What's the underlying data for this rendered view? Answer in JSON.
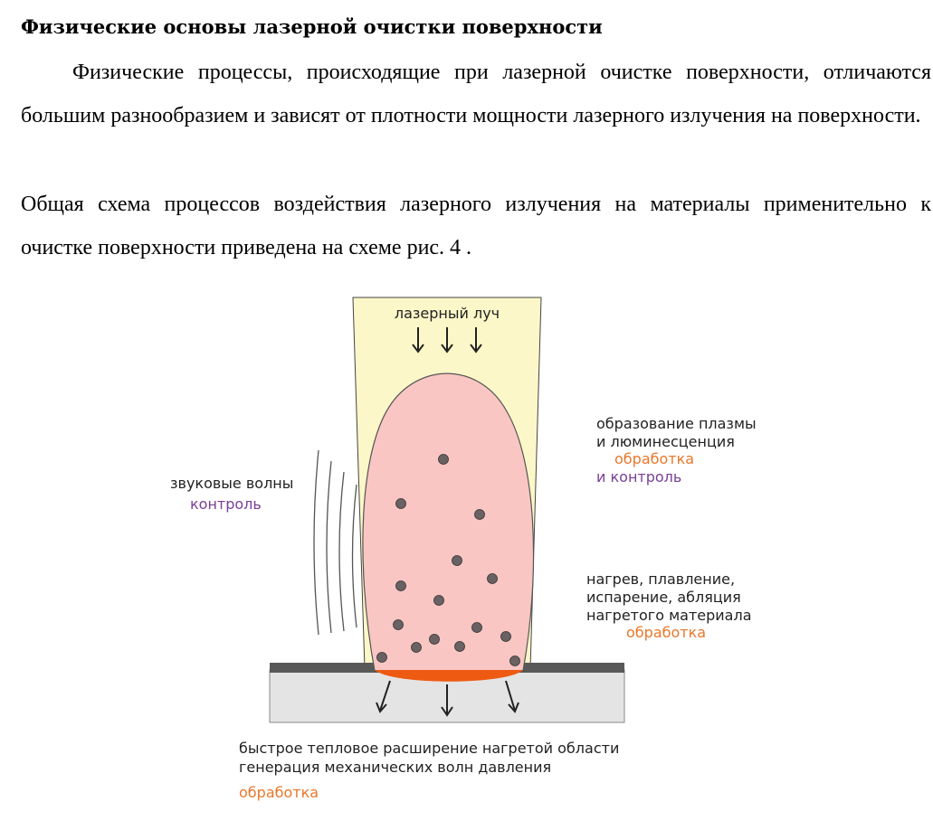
{
  "document": {
    "heading": "Физические основы лазерной очистки поверхности",
    "paragraph1": "Физические процессы, происходящие при лазерной очистке поверхности, отличаются большим разнообразием и зависят от плотности мощности лазерного излучения на поверхности.",
    "paragraph2": "Общая схема  процессов воздействия лазерного излучения на материалы применительно к очистке поверхности приведена на схеме рис. 4 ."
  },
  "figure": {
    "beam_label": "лазерный луч",
    "sound_label": "звуковые волны",
    "sound_tag": "контроль",
    "plasma_line1": "образование плазмы",
    "plasma_line2": "и люминесценция",
    "plasma_tag1": "обработка",
    "plasma_tag2": "и контроль",
    "heat_line1": "нагрев, плавление,",
    "heat_line2": "испарение, абляция",
    "heat_line3": "нагретого материала",
    "heat_tag": "обработка",
    "bottom_line1": "быстрое тепловое расширение нагретой области",
    "bottom_line2": "генерация механических волн давления",
    "bottom_tag": "обработка"
  },
  "colors": {
    "beam": "#fcf7c8",
    "plasma": "#f9c6c3",
    "melt": "#ee5a12",
    "tag_orange": "#e8772a",
    "tag_purple": "#7a3f96",
    "particle": "#6a6262",
    "substrate": "#e4e4e4",
    "coating": "#595959"
  }
}
